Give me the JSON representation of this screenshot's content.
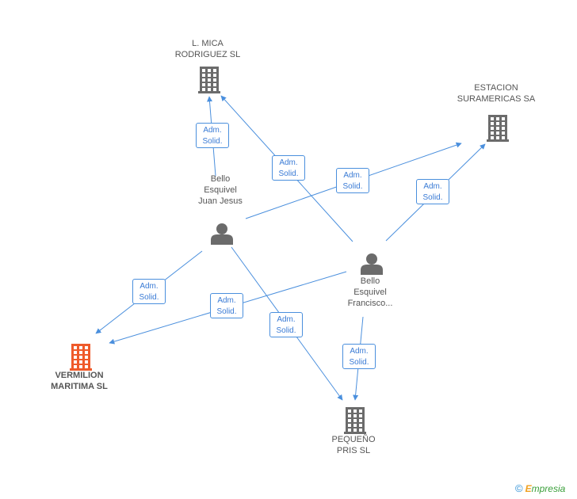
{
  "colors": {
    "edge": "#4a8fdd",
    "company": "#6b6b6b",
    "company_main": "#ef5a2a",
    "person": "#6b6b6b",
    "label": "#555555",
    "badge_text": "#3a7bd5"
  },
  "nodes": {
    "mica": {
      "type": "company",
      "icon": "building-icon",
      "lines": [
        "L.  MICA",
        "RODRIGUEZ SL"
      ]
    },
    "estacion": {
      "type": "company",
      "icon": "building-icon",
      "lines": [
        "ESTACION",
        "SURAMERICAS SA"
      ]
    },
    "juan": {
      "type": "person",
      "icon": "person-icon",
      "lines": [
        "Bello",
        "Esquivel",
        "Juan Jesus"
      ]
    },
    "francisco": {
      "type": "person",
      "icon": "person-icon",
      "lines": [
        "Bello",
        "Esquivel",
        "Francisco..."
      ]
    },
    "vermilion": {
      "type": "company",
      "icon": "building-icon",
      "main": true,
      "lines": [
        "VERMILION",
        "MARITIMA SL"
      ]
    },
    "pequeno": {
      "type": "company",
      "icon": "building-icon",
      "lines": [
        "PEQUEÑO",
        "PRIS SL"
      ]
    }
  },
  "edges": [
    {
      "from": "juan",
      "to": "mica",
      "label": [
        "Adm.",
        "Solid."
      ]
    },
    {
      "from": "francisco",
      "to": "mica",
      "label": [
        "Adm.",
        "Solid."
      ]
    },
    {
      "from": "juan",
      "to": "estacion",
      "label": [
        "Adm.",
        "Solid."
      ]
    },
    {
      "from": "francisco",
      "to": "estacion",
      "label": [
        "Adm.",
        "Solid."
      ]
    },
    {
      "from": "juan",
      "to": "vermilion",
      "label": [
        "Adm.",
        "Solid."
      ]
    },
    {
      "from": "francisco",
      "to": "vermilion",
      "label": [
        "Adm.",
        "Solid."
      ]
    },
    {
      "from": "juan",
      "to": "pequeno",
      "label": [
        "Adm.",
        "Solid."
      ]
    },
    {
      "from": "francisco",
      "to": "pequeno",
      "label": [
        "Adm.",
        "Solid."
      ]
    }
  ],
  "footer": {
    "copyright": "©",
    "brand_initial": "E",
    "brand_rest": "mpresia"
  }
}
